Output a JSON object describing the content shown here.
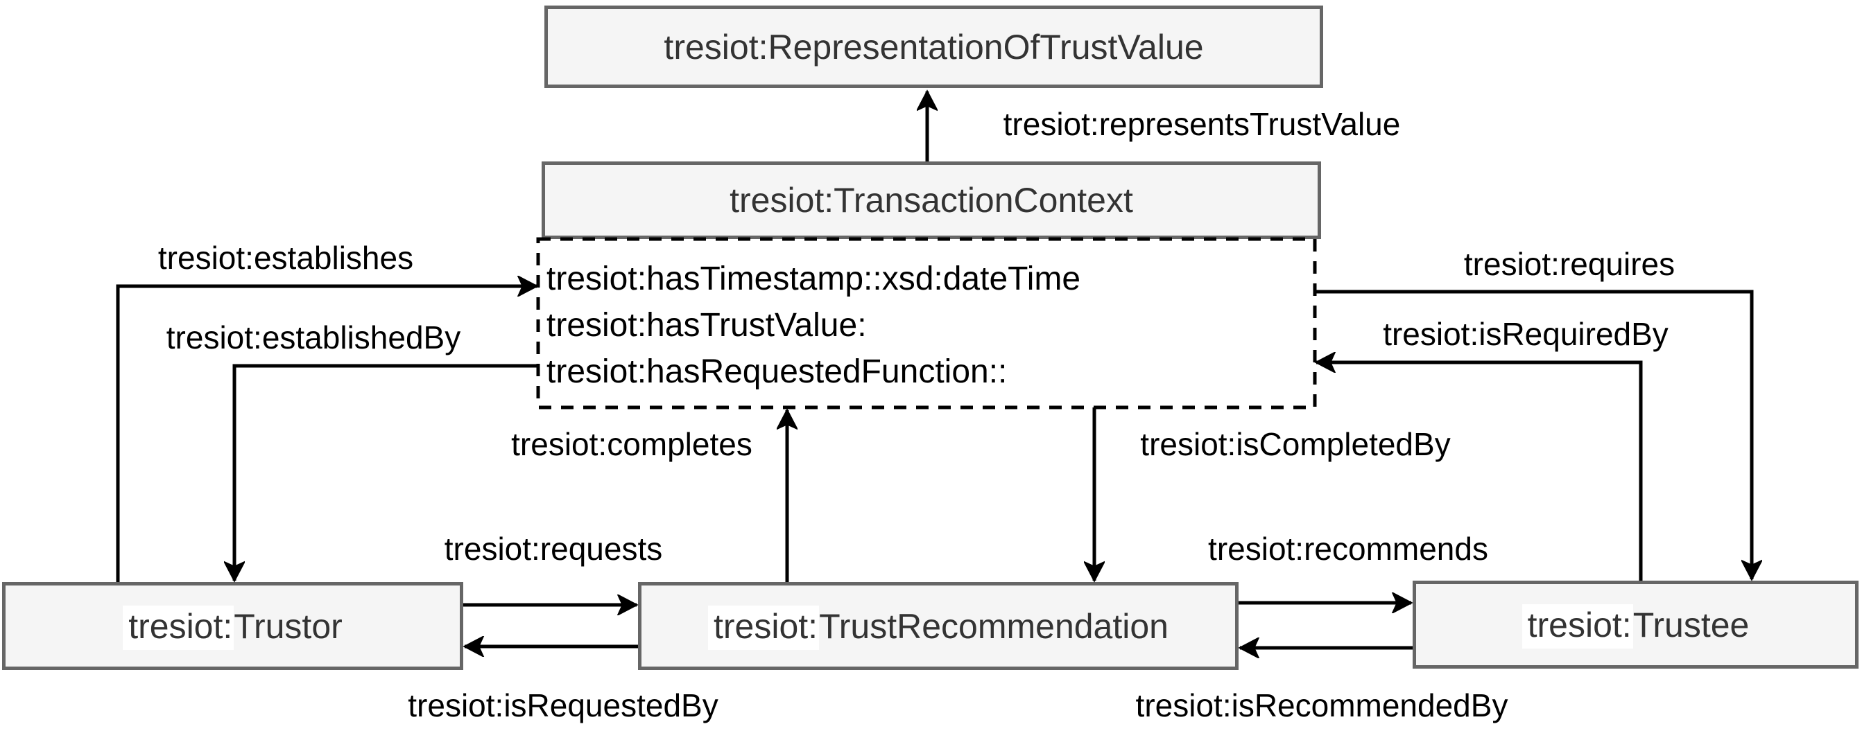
{
  "diagram": {
    "colors": {
      "background": "#ffffff",
      "node_fill": "#f5f5f5",
      "node_border": "#666666",
      "node_text": "#333333",
      "edge_color": "#000000",
      "edge_label_text": "#000000",
      "label_highlight": "#ffffff"
    },
    "nodes": {
      "representation_of_trust_value": {
        "label": "tresiot:RepresentationOfTrustValue"
      },
      "transaction_context": {
        "title": "tresiot:TransactionContext",
        "attributes": [
          "tresiot:hasTimestamp::xsd:dateTime",
          "tresiot:hasTrustValue:",
          "tresiot:hasRequestedFunction::"
        ]
      },
      "trustor": {
        "prefix": "tresiot:",
        "name": "Trustor"
      },
      "trust_recommendation": {
        "prefix": "tresiot:",
        "name": "TrustRecommendation"
      },
      "trustee": {
        "prefix": "tresiot:",
        "name": "Trustee"
      }
    },
    "edges": {
      "represents_trust_value": {
        "label": "tresiot:representsTrustValue",
        "from": "transaction_context",
        "to": "representation_of_trust_value"
      },
      "establishes": {
        "label": "tresiot:establishes",
        "from": "trustor",
        "to": "transaction_context"
      },
      "established_by": {
        "label": "tresiot:establishedBy",
        "from": "transaction_context",
        "to": "trustor"
      },
      "requires": {
        "label": "tresiot:requires",
        "from": "transaction_context",
        "to": "trustee"
      },
      "is_required_by": {
        "label": "tresiot:isRequiredBy",
        "from": "trustee",
        "to": "transaction_context"
      },
      "completes": {
        "label": "tresiot:completes",
        "from": "trust_recommendation",
        "to": "transaction_context"
      },
      "is_completed_by": {
        "label": "tresiot:isCompletedBy",
        "from": "transaction_context",
        "to": "trust_recommendation"
      },
      "requests": {
        "label": "tresiot:requests",
        "from": "trustor",
        "to": "trust_recommendation"
      },
      "is_requested_by": {
        "label": "tresiot:isRequestedBy",
        "from": "trust_recommendation",
        "to": "trustor"
      },
      "recommends": {
        "label": "tresiot:recommends",
        "from": "trust_recommendation",
        "to": "trustee"
      },
      "is_recommended_by": {
        "label": "tresiot:isRecommendedBy",
        "from": "trustee",
        "to": "trust_recommendation"
      }
    }
  }
}
